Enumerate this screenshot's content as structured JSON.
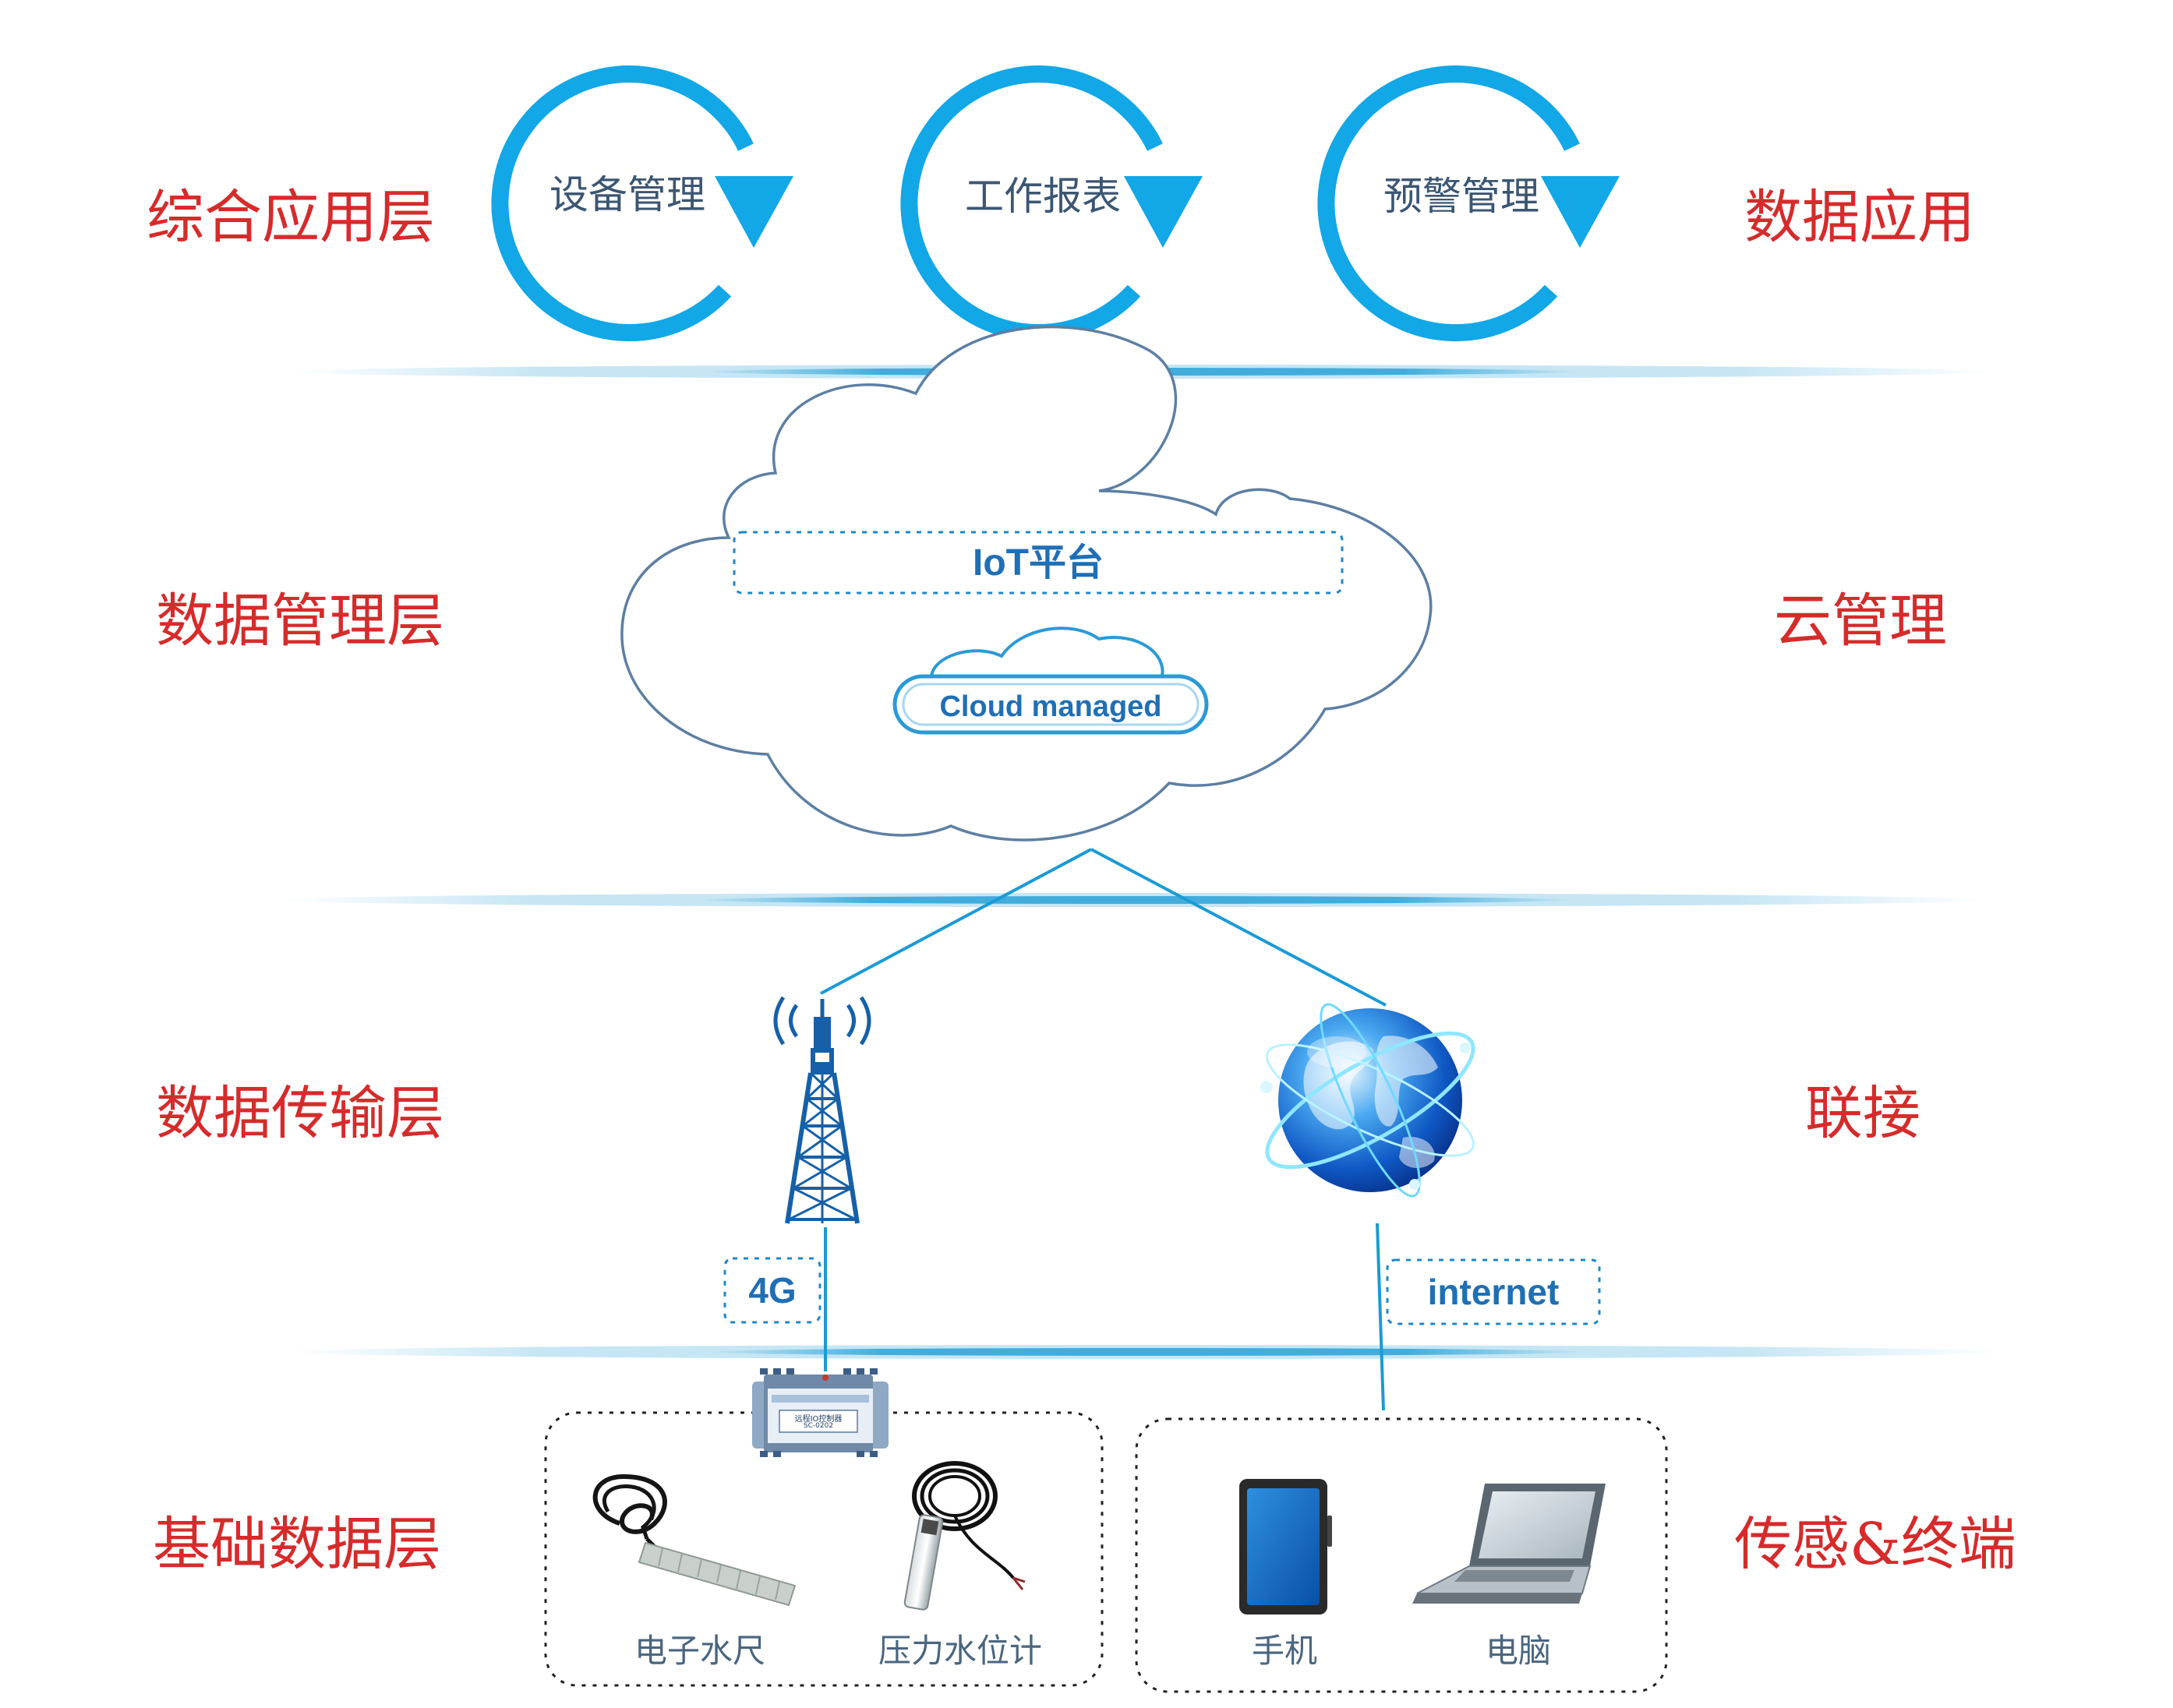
{
  "colors": {
    "accent_blue": "#12a7e6",
    "layer_red": "#d62b2b",
    "text_blue": "#1f6fb5"
  },
  "layers_left": {
    "application": "综合应用层",
    "data_management": "数据管理层",
    "data_transmission": "数据传输层",
    "basic_data": "基础数据层"
  },
  "layers_right": {
    "application": "数据应用",
    "data_management": "云管理",
    "data_transmission": "联接",
    "basic_data": "传感&终端"
  },
  "cycles": [
    "设备管理",
    "工作报表",
    "预警管理"
  ],
  "cloud": {
    "platform_label": "IoT平台",
    "managed_label": "Cloud managed"
  },
  "network": {
    "cellular_label": "4G",
    "internet_label": "internet"
  },
  "devices_left": {
    "item1": "电子水尺",
    "item2": "压力水位计"
  },
  "devices_right": {
    "item1": "手机",
    "item2": "电脑"
  },
  "controller": {
    "title": "远程IO控制器",
    "model": "SC-0202"
  },
  "icons": [
    "cycle-arrow-icon",
    "cloud-icon",
    "cell-tower-icon",
    "globe-icon",
    "controller-icon",
    "water-gauge-icon",
    "pressure-sensor-icon",
    "tablet-icon",
    "laptop-icon"
  ]
}
